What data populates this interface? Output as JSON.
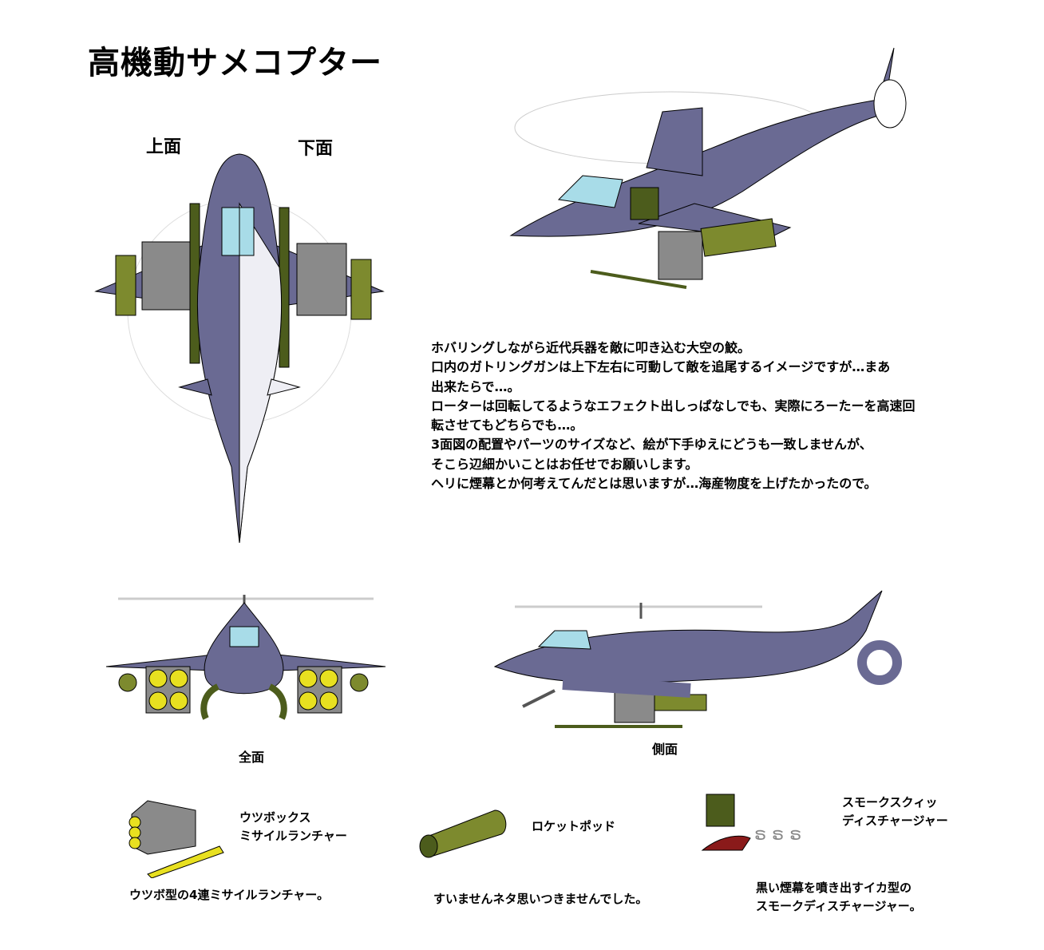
{
  "title": "高機動サメコプター",
  "views": {
    "top_label": "上面",
    "bottom_label": "下面",
    "front_label": "全面",
    "side_label": "側面"
  },
  "description": [
    "ホバリングしながら近代兵器を敵に叩き込む大空の鮫。",
    "口内のガトリングガンは上下左右に可動して敵を追尾するイメージですが…まあ",
    "出来たらで…。",
    "ローターは回転してるようなエフェクト出しっぱなしでも、実際にろーたーを高速回",
    "転させてもどちらでも…。",
    "3面図の配置やパーツのサイズなど、絵が下手ゆえにどうも一致しませんが、",
    "そこら辺細かいことはお任せでお願いします。",
    "ヘリに煙幕とか何考えてんだとは思いますが…海産物度を上げたかったので。"
  ],
  "parts": [
    {
      "name_lines": [
        "ウツボックス",
        "ミサイルランチャー"
      ],
      "caption_lines": [
        "ウツボ型の4連ミサイルランチャー。"
      ]
    },
    {
      "name_lines": [
        "ロケットポッド"
      ],
      "caption_lines": [
        "すいませんネタ思いつきませんでした。"
      ]
    },
    {
      "name_lines": [
        "スモークスクィッ",
        "ディスチャージャー"
      ],
      "caption_lines": [
        "黒い煙幕を噴き出すイカ型の",
        "スモークディスチャージャー。"
      ]
    }
  ],
  "colors": {
    "body": "#6a6a93",
    "belly": "#ffffff",
    "olive": "#7d8a2e",
    "dark_green": "#4c5c1c",
    "gray": "#8a8a8a",
    "yellow": "#e8e020",
    "canopy": "#a8dce8"
  }
}
